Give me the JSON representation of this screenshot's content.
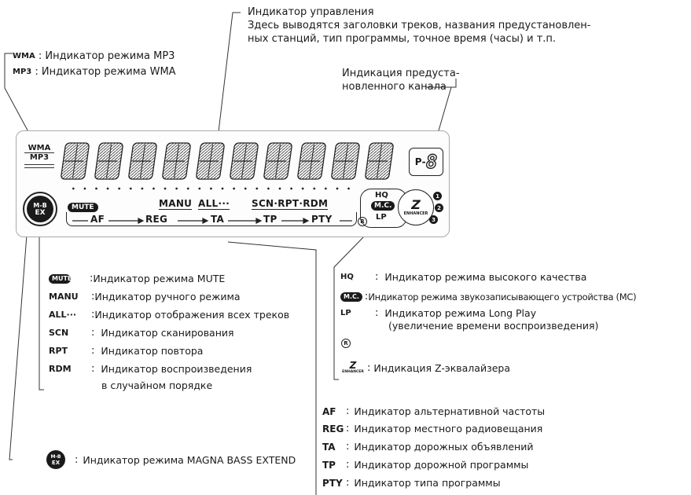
{
  "top_label": {
    "title": "Индикатор управления",
    "line1": "Здесь выводятся заголовки треков, названия предустановлен-",
    "line2": "ных станций, тип программы, точное время (часы) и т.п."
  },
  "preset_label": {
    "line1": "Индикация предуста-",
    "line2": "новленного канала"
  },
  "format_labels": [
    {
      "key": "WMA",
      "sep": " : ",
      "text": "Индикатор режима MP3"
    },
    {
      "key": "MP3",
      "sep": " : ",
      "text": "Индикатор режима WMA"
    }
  ],
  "display": {
    "wma": "WMA",
    "mp3": "MP3",
    "preset_prefix": "P-",
    "preset_digit": "8",
    "mute": "MUTE",
    "manu": "MANU",
    "all": "ALL···",
    "scn_rpt_rdm": "SCN·RPT·RDM",
    "af": "AF",
    "reg": "REG",
    "ta": "TA",
    "tp": "TP",
    "pty": "PTY",
    "hq": "HQ",
    "mc": "M.C.",
    "lp": "LP",
    "r": "R",
    "mb_top": "M-B",
    "mb_bottom": "EX",
    "enhancer": "ENHANCER",
    "z": "Z",
    "n1": "1",
    "n2": "2",
    "n3": "3"
  },
  "left_legend": [
    {
      "key": "MUTE",
      "pill": true,
      "sep": ":",
      "text": "Индикатор режима MUTE"
    },
    {
      "key": "MANU",
      "pill": false,
      "sep": ":",
      "text": "Индикатор ручного режима"
    },
    {
      "key": "ALL···",
      "pill": false,
      "sep": ":",
      "text": "Индикатор отображения всех треков"
    },
    {
      "key": "SCN",
      "pill": false,
      "sep": ":",
      "text": "Индикатор сканирования"
    },
    {
      "key": "RPT",
      "pill": false,
      "sep": ":",
      "text": "Индикатор повтора"
    },
    {
      "key": "RDM",
      "pill": false,
      "sep": ":",
      "text": "Индикатор воспроизведения"
    }
  ],
  "left_legend_cont": "в случайном порядке",
  "right_legend": [
    {
      "key": "HQ",
      "sep": ":",
      "text": "Индикатор режима высокого качества"
    },
    {
      "key": "M.C.",
      "sep": ":",
      "text": "Индикатор режима звукозаписывающего устройства (MC)"
    },
    {
      "key": "LP",
      "sep": ":",
      "text": "Индикатор режима Long Play"
    },
    {
      "key": "R",
      "sep": "",
      "text": ""
    },
    {
      "key": "ENHANCER",
      "sep": ":",
      "text": "Индикация Z-эквалайзера"
    }
  ],
  "lp_cont": "(увеличение времени воспроизведения)",
  "rds_legend": [
    {
      "key": "AF",
      "sep": ":",
      "text": "Индикатор альтернативной частоты"
    },
    {
      "key": "REG",
      "sep": ":",
      "text": "Индикатор местного радиовещания"
    },
    {
      "key": "TA",
      "sep": ":",
      "text": "Индикатор дорожных объявлений"
    },
    {
      "key": "TP",
      "sep": ":",
      "text": "Индикатор дорожной программы"
    },
    {
      "key": "PTY",
      "sep": ":",
      "text": "Индикатор типа программы"
    }
  ],
  "mb_legend": {
    "sep": ":",
    "text": "Индикатор режима MAGNA BASS EXTEND"
  }
}
